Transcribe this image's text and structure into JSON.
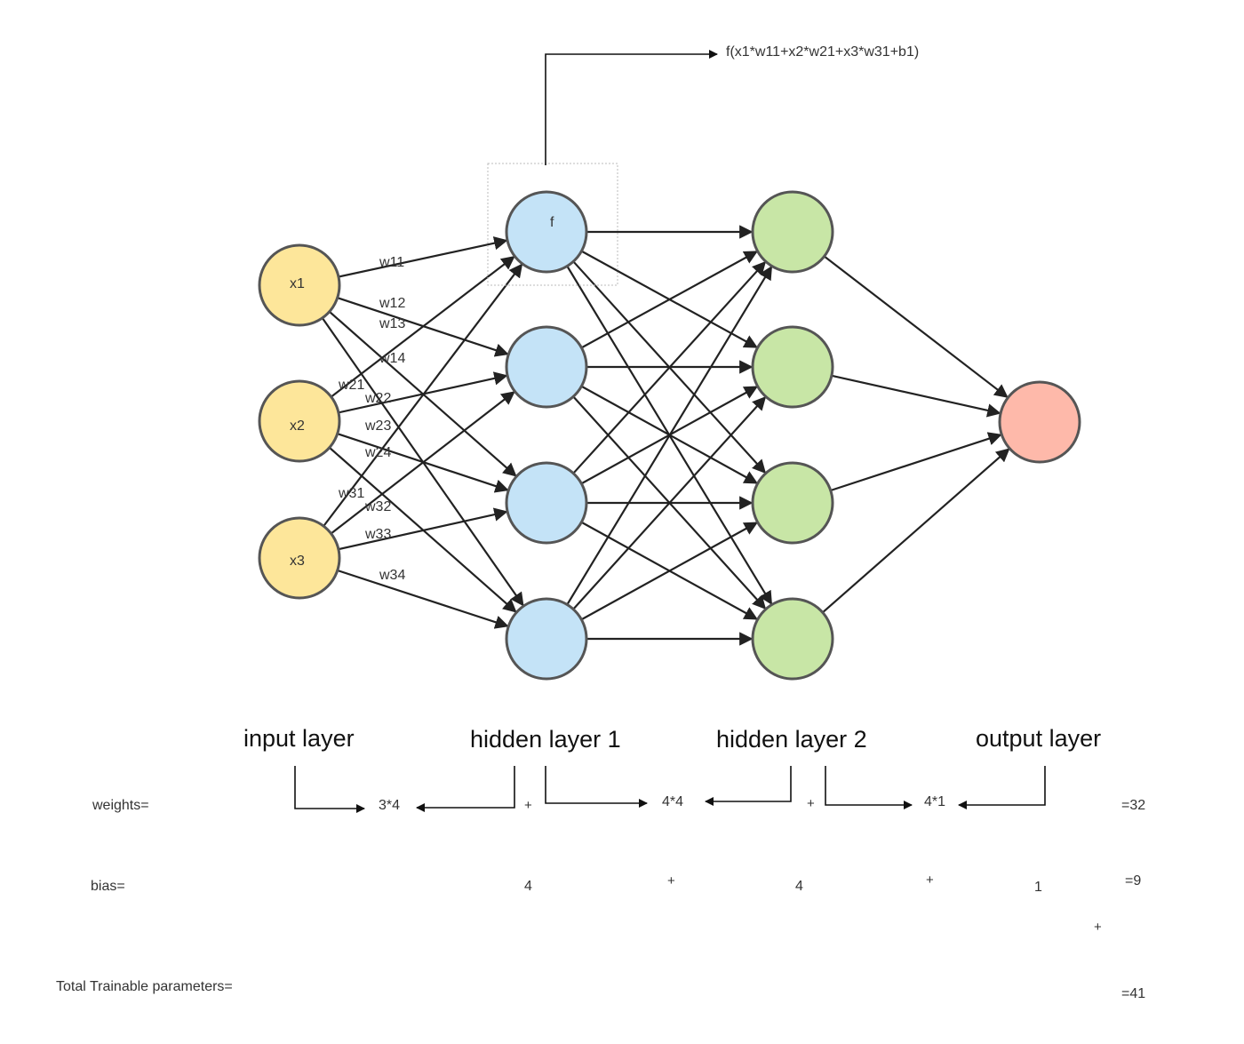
{
  "formula": "f(x1*w11+x2*w21+x3*w31+b1)",
  "nodes": {
    "input": [
      "x1",
      "x2",
      "x3"
    ],
    "hidden1_first": "f"
  },
  "weights": [
    "w11",
    "w12",
    "w13",
    "w14",
    "w21",
    "w22",
    "w23",
    "w24",
    "w31",
    "w32",
    "w33",
    "w34"
  ],
  "layers": {
    "input": "input layer",
    "hidden1": "hidden layer 1",
    "hidden2": "hidden layer 2",
    "output": "output layer"
  },
  "rows": {
    "weights": {
      "label": "weights=",
      "t1": "3*4",
      "p1": "+",
      "t2": "4*4",
      "p2": "+",
      "t3": "4*1",
      "total": "=32"
    },
    "bias": {
      "label": "bias=",
      "t1": "4",
      "p1": "+",
      "t2": "4",
      "p2": "+",
      "t3": "1",
      "total": "=9"
    },
    "sum_plus": "+",
    "total": {
      "label": "Total Trainable parameters=",
      "value": "=41"
    }
  },
  "colors": {
    "input": "#fde69a",
    "hidden1": "#c4e3f7",
    "hidden2": "#c8e6a6",
    "output": "#feb9aa",
    "stroke": "#555555",
    "edge": "#222222"
  }
}
